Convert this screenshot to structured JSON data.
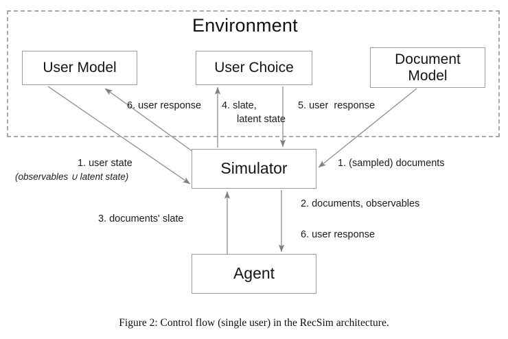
{
  "figure": {
    "caption": "Figure 2: Control flow (single user) in the RecSim architecture."
  },
  "environment": {
    "title": "Environment",
    "border_color": "#a8a8a8",
    "border_style": "dashed"
  },
  "nodes": [
    {
      "id": "user-model",
      "label": "User Model"
    },
    {
      "id": "user-choice",
      "label": "User Choice"
    },
    {
      "id": "doc-model-line1",
      "label": "Document"
    },
    {
      "id": "doc-model-line2",
      "label": "Model"
    },
    {
      "id": "simulator",
      "label": "Simulator"
    },
    {
      "id": "agent",
      "label": "Agent"
    }
  ],
  "edge_labels": {
    "user_state": "1. user state",
    "user_state_sub": "(observables ∪ latent state)",
    "sampled_documents": "1. (sampled) documents",
    "documents_observables": "2. documents, observables",
    "documents_slate": "3. documents' slate",
    "slate_line1": "4. slate,",
    "slate_line2": "latent state",
    "user_response_5": "5. user  response",
    "user_response_6_top": "6. user response",
    "user_response_6_bottom": "6. user response"
  },
  "style": {
    "node_border": "#9a9a9a",
    "arrow_color": "#808080",
    "text_color": "#141414",
    "background": "#ffffff"
  }
}
